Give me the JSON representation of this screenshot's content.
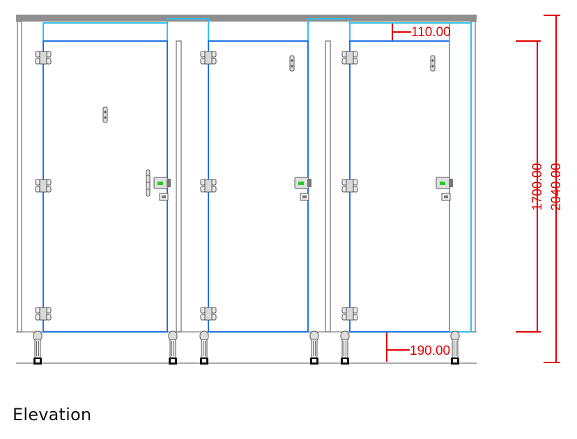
{
  "caption": "Elevation",
  "dimensions": {
    "gap_top": "110.00",
    "gap_bottom": "190.00",
    "door_height": "1700.00",
    "overall_height": "2040.00"
  },
  "colors": {
    "frame": "#8a8a8a",
    "door": "#1e73e6",
    "panel": "#33bfee",
    "dimension": "#e00000",
    "indicator": "#22cc22"
  }
}
